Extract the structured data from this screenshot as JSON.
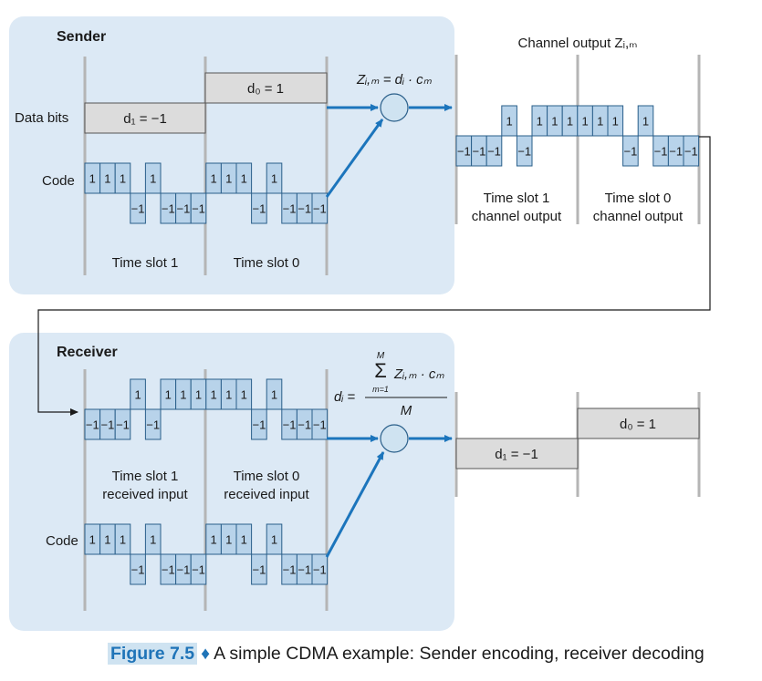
{
  "sender": {
    "title": "Sender",
    "data_bits_label": "Data bits",
    "d1_label": "d₁ = −1",
    "d0_label": "d₀ = 1",
    "code_label": "Code",
    "slot1_label": "Time slot 1",
    "slot0_label": "Time slot 0",
    "encode_formula": "Zᵢ,ₘ = dᵢ · cₘ"
  },
  "channel": {
    "title": "Channel output Zᵢ,ₘ",
    "slot1_line1": "Time slot 1",
    "slot1_line2": "channel output",
    "slot0_line1": "Time slot 0",
    "slot0_line2": "channel output"
  },
  "receiver": {
    "title": "Receiver",
    "slot1_line1": "Time slot 1",
    "slot1_line2": "received input",
    "slot0_line1": "Time slot 0",
    "slot0_line2": "received input",
    "code_label": "Code",
    "decode_lhs": "dᵢ =",
    "decode_sum_top": "M",
    "decode_sum_sym": "Σ",
    "decode_sum_bottom": "m=1",
    "decode_numerator": "Zᵢ,ₘ · cₘ",
    "decode_denominator": "M",
    "d1_out": "d₁ = −1",
    "d0_out": "d₀ = 1"
  },
  "code_sequence": [
    1,
    1,
    1,
    -1,
    1,
    -1,
    -1,
    -1
  ],
  "channel_sequence": [
    -1,
    -1,
    -1,
    1,
    -1,
    1,
    1,
    1,
    1,
    1,
    1,
    -1,
    1,
    -1,
    -1,
    -1
  ],
  "chip_labels": {
    "plus": "1",
    "minus": "−1"
  },
  "caption": {
    "figure": "Figure 7.5",
    "diamond": "♦",
    "text": "A simple CDMA example: Sender encoding, receiver decoding"
  },
  "colors": {
    "panel": "#dce9f5",
    "chip": "#b8d3ea",
    "chip_stroke": "#2a5f8a",
    "arrow": "#1c75bc",
    "databox": "#dcdcdc",
    "divider": "#b5b5b5"
  }
}
